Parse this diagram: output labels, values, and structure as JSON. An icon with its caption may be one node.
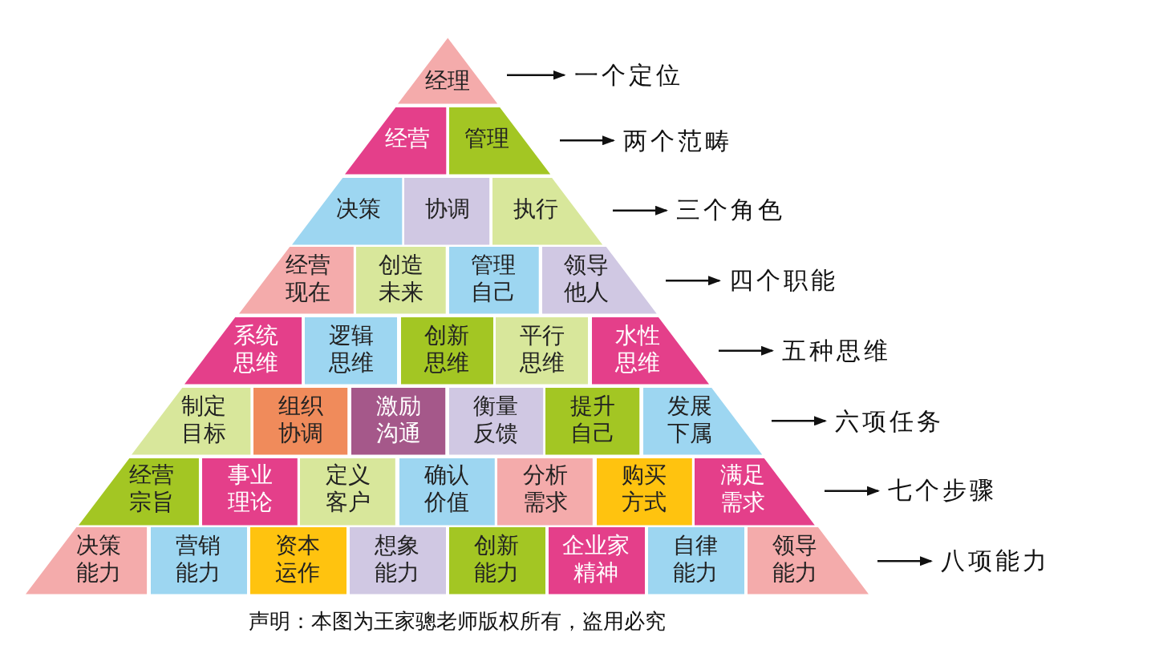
{
  "diagram": {
    "nodes": [
      {
        "text": [
          "经理"
        ]
      },
      {
        "text": [
          "经营"
        ]
      },
      {
        "text": [
          "管理"
        ]
      },
      {
        "text": [
          "决策"
        ]
      },
      {
        "text": [
          "协调"
        ]
      },
      {
        "text": [
          "执行"
        ]
      },
      {
        "text": [
          "经营现在"
        ]
      },
      {
        "text": [
          "创造未来"
        ]
      },
      {
        "text": [
          "管理自己"
        ]
      },
      {
        "text": [
          "领导他人"
        ]
      },
      {
        "text": [
          "系统思维"
        ]
      },
      {
        "text": [
          "逻辑思维"
        ]
      },
      {
        "text": [
          "创新思维"
        ]
      },
      {
        "text": [
          "平行思维"
        ]
      },
      {
        "text": [
          "水性思维"
        ]
      },
      {
        "text": [
          "制定目标"
        ]
      },
      {
        "text": [
          "组织协调"
        ]
      },
      {
        "text": [
          "激励沟通"
        ]
      },
      {
        "text": [
          "衡量反馈"
        ]
      },
      {
        "text": [
          "提升自己"
        ]
      },
      {
        "text": [
          "发展下属"
        ]
      },
      {
        "text": [
          "经营宗旨"
        ]
      },
      {
        "text": [
          "事业理论"
        ]
      },
      {
        "text": [
          "定义客户"
        ]
      },
      {
        "text": [
          "确认价值"
        ]
      },
      {
        "text": [
          "分析需求"
        ]
      },
      {
        "text": [
          "购买方式"
        ]
      },
      {
        "text": [
          "满足需求"
        ]
      },
      {
        "text": [
          "决策能力"
        ]
      },
      {
        "text": [
          "营销能力"
        ]
      },
      {
        "text": [
          "资本运作"
        ]
      },
      {
        "text": [
          "想象能力"
        ]
      },
      {
        "text": [
          "创新能力"
        ]
      },
      {
        "text": [
          "企业家精神"
        ]
      },
      {
        "text": [
          "自律能力"
        ]
      },
      {
        "text": [
          "领导能力"
        ]
      },
      {
        "text": [
          "一个定位"
        ]
      },
      {
        "text": [
          "两个范畴"
        ]
      },
      {
        "text": [
          "三个角色"
        ]
      },
      {
        "text": [
          "四个职能"
        ]
      },
      {
        "text": [
          "五种思维"
        ]
      },
      {
        "text": [
          "六项任务"
        ]
      },
      {
        "text": [
          "七个步骤"
        ]
      },
      {
        "text": [
          "八项能力"
        ]
      }
    ],
    "edges": [
      {
        "from": 0,
        "to": 36,
        "arrow": "to"
      },
      {
        "from": 2,
        "to": 37,
        "arrow": "to"
      },
      {
        "from": 5,
        "to": 38,
        "arrow": "to"
      },
      {
        "from": 9,
        "to": 39,
        "arrow": "to"
      },
      {
        "from": 14,
        "to": 40,
        "arrow": "to"
      },
      {
        "from": 20,
        "to": 41,
        "arrow": "to"
      },
      {
        "from": 27,
        "to": 42,
        "arrow": "to"
      },
      {
        "from": 35,
        "to": 43,
        "arrow": "to"
      }
    ],
    "labels": [
      "声明：本图为王家骢老师版权所有，盗用必究"
    ]
  }
}
